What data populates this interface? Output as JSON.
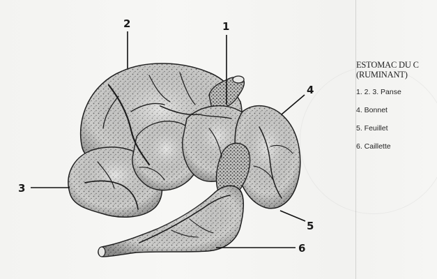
{
  "figure": {
    "callouts": [
      "1",
      "2",
      "3",
      "4",
      "5",
      "6"
    ]
  },
  "legend": {
    "title_line1": "ESTOMAC DU C",
    "title_line2": "(RUMINANT)",
    "items": [
      "1. 2. 3. Panse",
      "4. Bonnet",
      "5. Feuillet",
      "6. Caillette"
    ]
  }
}
